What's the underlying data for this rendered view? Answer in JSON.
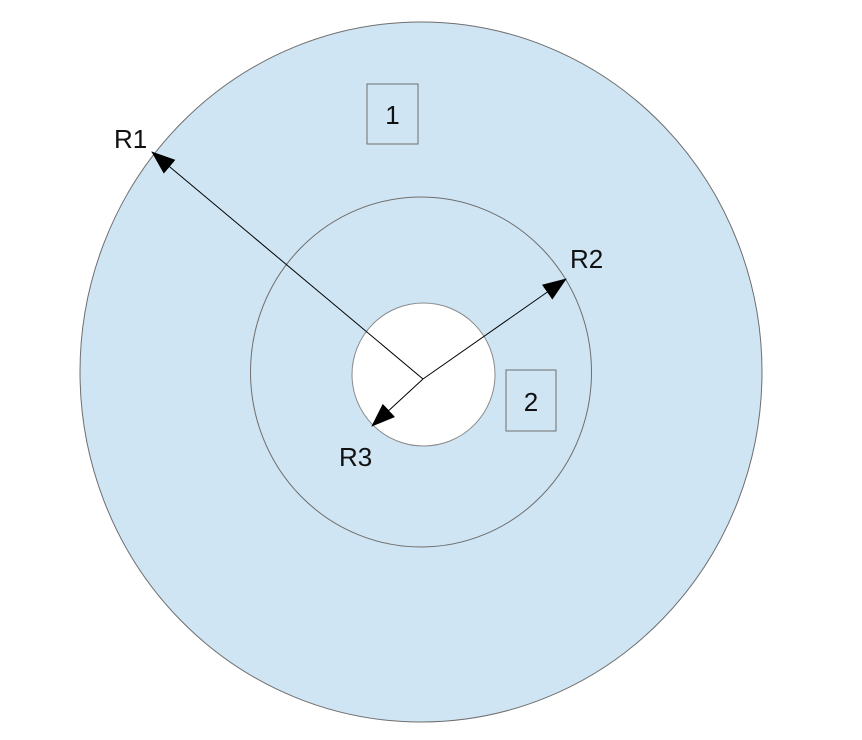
{
  "diagram": {
    "radius_labels": {
      "r1": "R1",
      "r2": "R2",
      "r3": "R3"
    },
    "region_labels": {
      "region1": "1",
      "region2": "2"
    },
    "colors": {
      "fill": "#cfe5f3",
      "stroke": "#6e6e6e",
      "hole": "#ffffff",
      "arrow": "#000000"
    }
  }
}
